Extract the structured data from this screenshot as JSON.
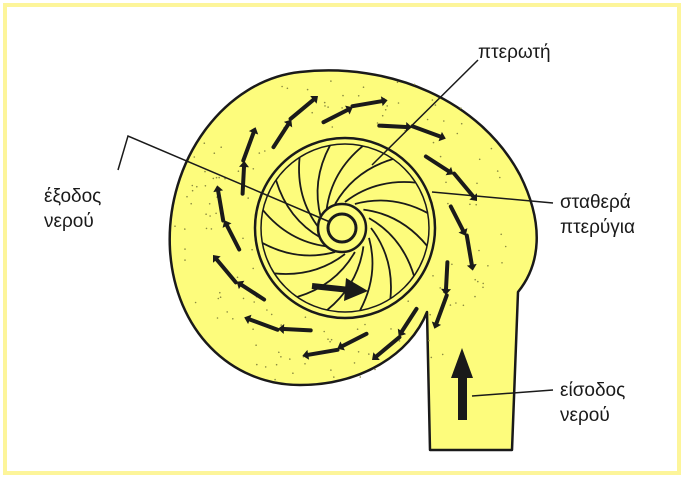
{
  "colors": {
    "background": "#ffffff",
    "frame": "#fdf59a",
    "casing_fill": "#fdfc7c",
    "ink": "#1a1a1a"
  },
  "labels": {
    "impeller": "πτερωτή",
    "outlet": [
      "έξοδος",
      "νερού"
    ],
    "fixed_vanes": [
      "σταθερά",
      "πτερύγια"
    ],
    "inlet": [
      "είσοδος",
      "νερού"
    ]
  }
}
